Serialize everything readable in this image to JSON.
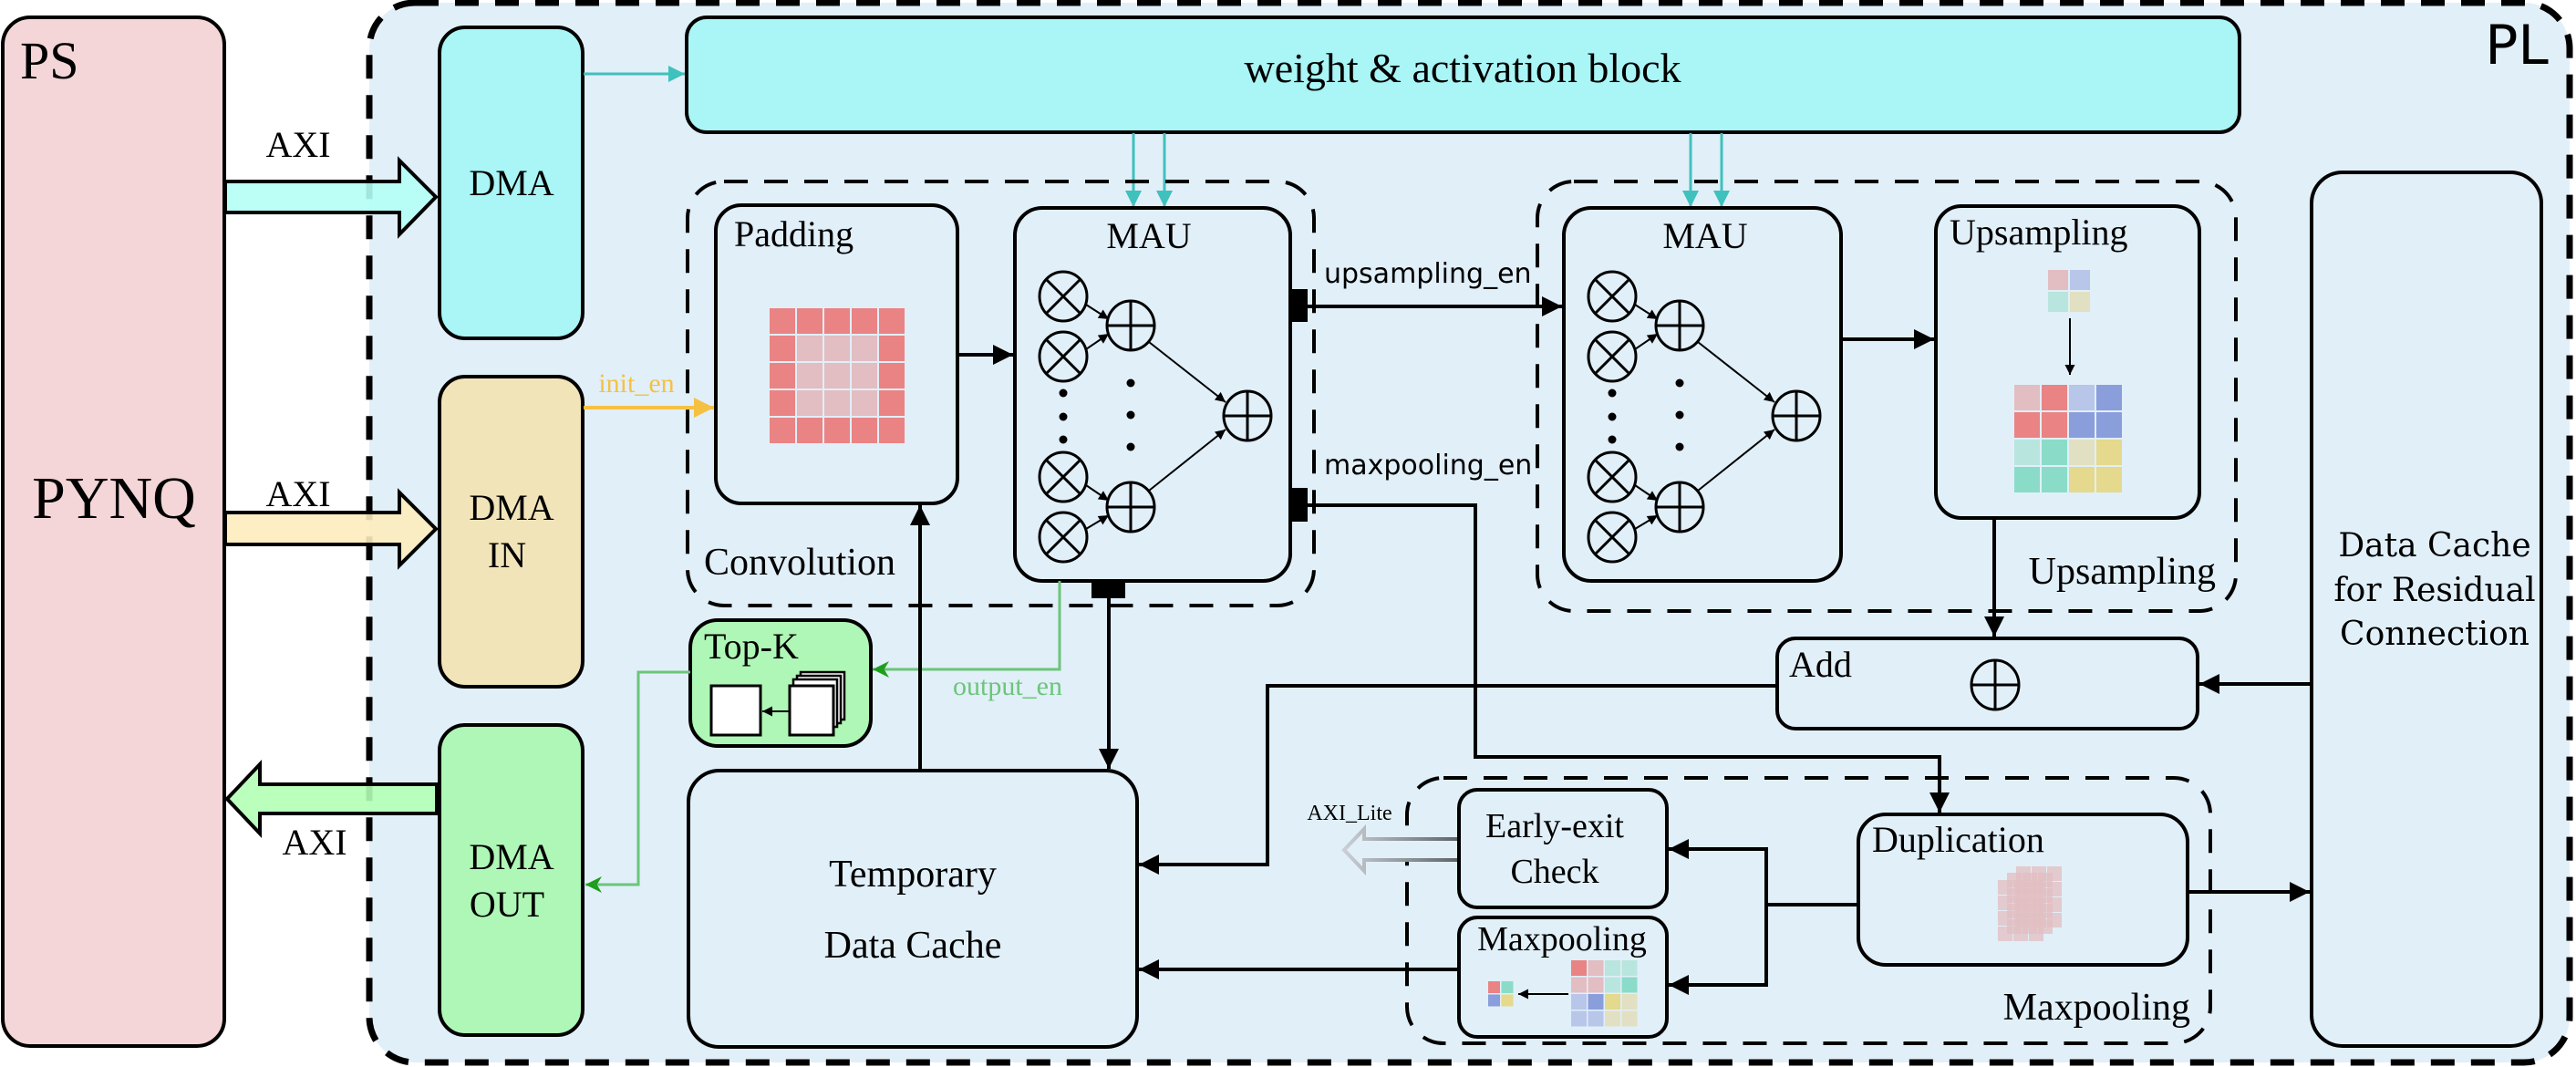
{
  "colors": {
    "ps_fill": "#f4d6d8",
    "pl_fill": "#e1eff8",
    "dma_fill": "#aaf5f6",
    "dma_in_fill": "#f2e4b9",
    "dma_out_fill": "#aff7b6",
    "weight_fill": "#aaf5f6",
    "topk_fill": "#aff7b6",
    "axi_in_fill": "#b4fff6",
    "axi_in2_fill": "#fdecbc",
    "axi_out_fill": "#b4ffb6",
    "teal": "#3fc1bd",
    "green": "#6cc57a",
    "green_arrow": "#1d9e1d",
    "yellow": "#f6c143",
    "grid": {
      "red": "#ea8384",
      "light_red": "#e2bdc2",
      "blue": "#8a9edc",
      "light_blue": "#b8c6ea",
      "teal": "#8adcc8",
      "light_teal": "#b9e5df",
      "yellow": "#e4d98c",
      "light_yellow": "#e2e0c2"
    }
  },
  "ps": {
    "label": "PS",
    "platform": "PYNQ"
  },
  "pl": {
    "label": "PL"
  },
  "interfaces": {
    "axi_to_dma": "AXI",
    "axi_to_dma_in": "AXI",
    "axi_from_dma_out": "AXI",
    "axi_lite": "AXI_Lite"
  },
  "blocks": {
    "dma": "DMA",
    "dma_in": [
      "DMA",
      "IN"
    ],
    "dma_out": [
      "DMA",
      "OUT"
    ],
    "weight_activation": "weight & activation block",
    "padding": "Padding",
    "mau_conv": "MAU",
    "mau_up": "MAU",
    "upsampling": "Upsampling",
    "add": "Add",
    "top_k": "Top-K",
    "temp_cache": [
      "Temporary",
      "Data Cache"
    ],
    "residual_cache": [
      "Data Cache",
      "for Residual",
      "Connection"
    ],
    "early_exit": [
      "Early-exit",
      "Check"
    ],
    "maxpooling": "Maxpooling",
    "duplication": "Duplication"
  },
  "groups": {
    "convolution": "Convolution",
    "upsampling": "Upsampling",
    "maxpooling": "Maxpooling"
  },
  "signals": {
    "init_en": "init_en",
    "upsampling_en": "upsampling_en",
    "maxpooling_en": "maxpooling_en",
    "output_en": "output_en"
  },
  "symbols": {
    "multiply": "⊗",
    "add": "⊕"
  },
  "grids": {
    "padding": [
      [
        "red",
        "red",
        "red",
        "red",
        "red"
      ],
      [
        "red",
        "light_red",
        "light_red",
        "light_red",
        "red"
      ],
      [
        "red",
        "light_red",
        "light_red",
        "light_red",
        "red"
      ],
      [
        "red",
        "light_red",
        "light_red",
        "light_red",
        "red"
      ],
      [
        "red",
        "red",
        "red",
        "red",
        "red"
      ]
    ],
    "upsample_input": [
      [
        "light_red",
        "light_blue"
      ],
      [
        "light_teal",
        "light_yellow"
      ]
    ],
    "upsample_output": [
      [
        "light_red",
        "red",
        "light_blue",
        "blue"
      ],
      [
        "red",
        "red",
        "blue",
        "blue"
      ],
      [
        "light_teal",
        "teal",
        "light_yellow",
        "yellow"
      ],
      [
        "teal",
        "teal",
        "yellow",
        "yellow"
      ]
    ],
    "maxpool_input": [
      [
        "red",
        "light_red",
        "light_teal",
        "light_teal"
      ],
      [
        "light_red",
        "light_red",
        "light_teal",
        "teal"
      ],
      [
        "light_blue",
        "blue",
        "yellow",
        "light_yellow"
      ],
      [
        "light_blue",
        "light_blue",
        "light_yellow",
        "light_yellow"
      ]
    ],
    "maxpool_output": [
      [
        "red",
        "teal"
      ],
      [
        "blue",
        "yellow"
      ]
    ]
  }
}
